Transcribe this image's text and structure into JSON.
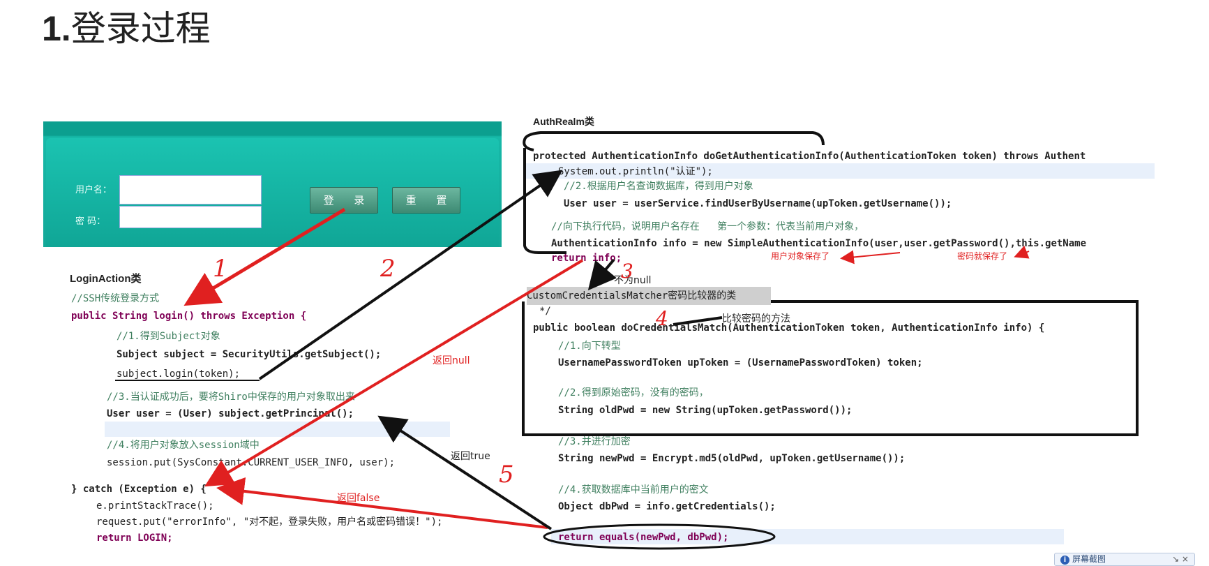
{
  "title": {
    "num": "1.",
    "text": "登录过程"
  },
  "login_form": {
    "username_label": "用户名：",
    "password_label": "密  码：",
    "login_button": "登 录",
    "reset_button": "重 置"
  },
  "login_action": {
    "header": "LoginAction类",
    "lines": [
      "//SSH传统登录方式",
      "public String login() throws Exception {",
      "//1.得到Subject对象",
      "Subject subject = SecurityUtils.getSubject();",
      "subject.login(token);",
      "//3.当认证成功后，要将Shiro中保存的用户对象取出来",
      "User user = (User) subject.getPrincipal();",
      "//4.将用户对象放入session域中",
      "session.put(SysConstant.CURRENT_USER_INFO, user);",
      "} catch (Exception e) {",
      "e.printStackTrace();",
      "request.put(\"errorInfo\", \"对不起，登录失败，用户名或密码错误！\");",
      "return LOGIN;"
    ]
  },
  "auth_realm": {
    "header": "AuthRealm类",
    "lines": [
      "protected AuthenticationInfo doGetAuthenticationInfo(AuthenticationToken token) throws Authent",
      "System.out.println(\"认证\");",
      "//2.根据用户名查询数据库，得到用户对象",
      "User user = userService.findUserByUsername(upToken.getUsername());",
      "//向下执行代码，说明用户名存在   第一个参数：代表当前用户对象，",
      "AuthenticationInfo info = new SimpleAuthenticationInfo(user,user.getPassword(),this.getName",
      "return info;"
    ]
  },
  "matcher": {
    "header": "CustomCredentialsMatcher密码比较器的类",
    "lines": [
      "*/",
      "public boolean doCredentialsMatch(AuthenticationToken token, AuthenticationInfo info) {",
      "//1.向下转型",
      "UsernamePasswordToken upToken = (UsernamePasswordToken) token;",
      "//2.得到原始密码，没有的密码，",
      "String oldPwd = new String(upToken.getPassword());",
      "//3.并进行加密",
      "String newPwd = Encrypt.md5(oldPwd, upToken.getUsername());",
      "//4.获取数据库中当前用户的密文",
      "Object dbPwd = info.getCredentials();",
      "return equals(newPwd, dbPwd);"
    ]
  },
  "annotations": {
    "user_saved": "用户对象保存了",
    "password_saved": "密码就保存了",
    "not_null": "不为null",
    "compare_method": "比较密码的方法",
    "return_null": "返回null",
    "return_true": "返回true",
    "return_false": "返回false"
  },
  "step_numbers": [
    "1",
    "2",
    "3",
    "4",
    "5"
  ],
  "tooltip": {
    "text": "屏幕截图",
    "icon": "info-icon",
    "controls": "↘ ×"
  },
  "colors": {
    "arrow_red": "#e02020",
    "arrow_black": "#111111",
    "panel_teal": "#13a898"
  }
}
